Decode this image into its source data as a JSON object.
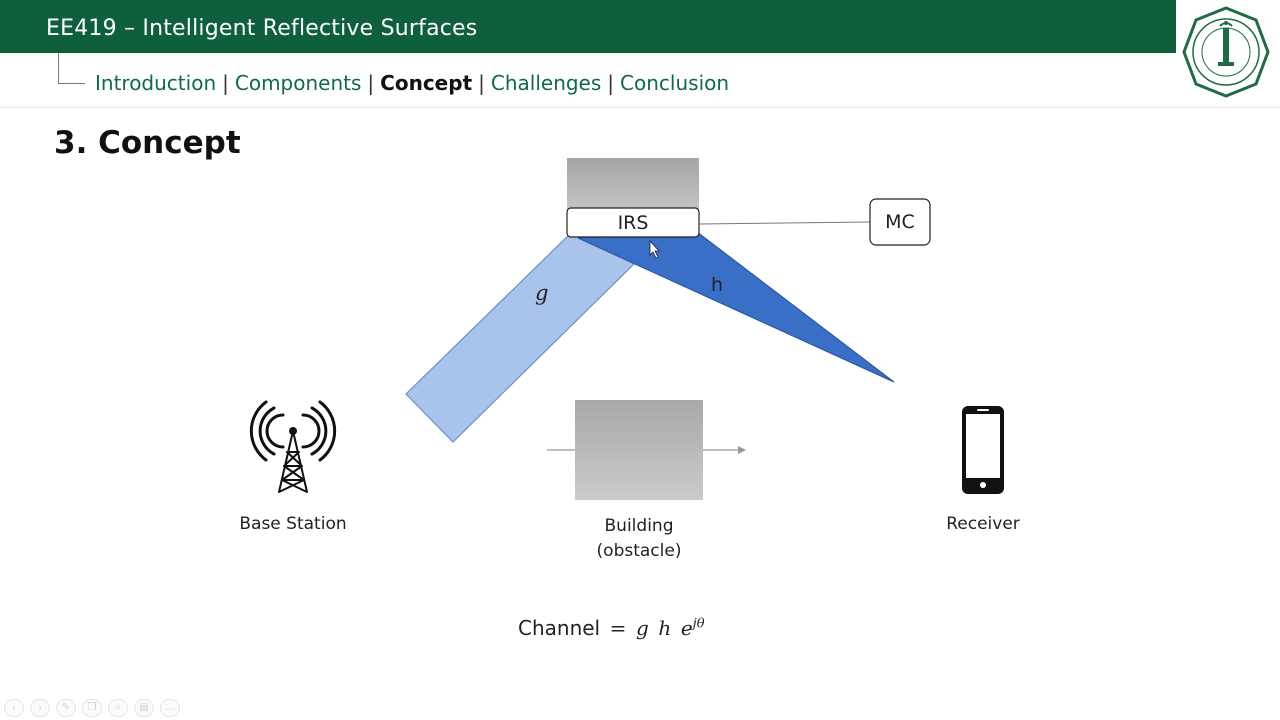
{
  "header": {
    "title": "EE419 – Intelligent Reflective Surfaces"
  },
  "nav": {
    "items": [
      {
        "label": "Introduction"
      },
      {
        "label": "Components"
      },
      {
        "label": "Concept"
      },
      {
        "label": "Challenges"
      },
      {
        "label": "Conclusion"
      }
    ],
    "separator": "|",
    "active_index": 2
  },
  "section": {
    "title": "3. Concept"
  },
  "diagram": {
    "irs_label": "IRS",
    "mc_label": "MC",
    "beam_g_label": "g",
    "beam_h_label": "h",
    "base_station_label": "Base Station",
    "building_label_line1": "Building",
    "building_label_line2": "(obstacle)",
    "receiver_label": "Receiver"
  },
  "equation": {
    "text": "Channel",
    "equals": "=",
    "g": "g",
    "h": "h",
    "e": "e",
    "exponent": "jθ"
  },
  "colors": {
    "header_bg": "#0e5f3b",
    "nav_text": "#0e6b45",
    "beam_g": "#a9c4ea",
    "beam_h": "#3a6fc7"
  },
  "toolbar": {
    "icons": [
      "prev-icon",
      "next-icon",
      "pen-icon",
      "copy-icon",
      "zoom-icon",
      "slides-icon",
      "more-icon"
    ],
    "glyphs": [
      "‹",
      "›",
      "✎",
      "❐",
      "⌕",
      "▤",
      "…"
    ]
  }
}
